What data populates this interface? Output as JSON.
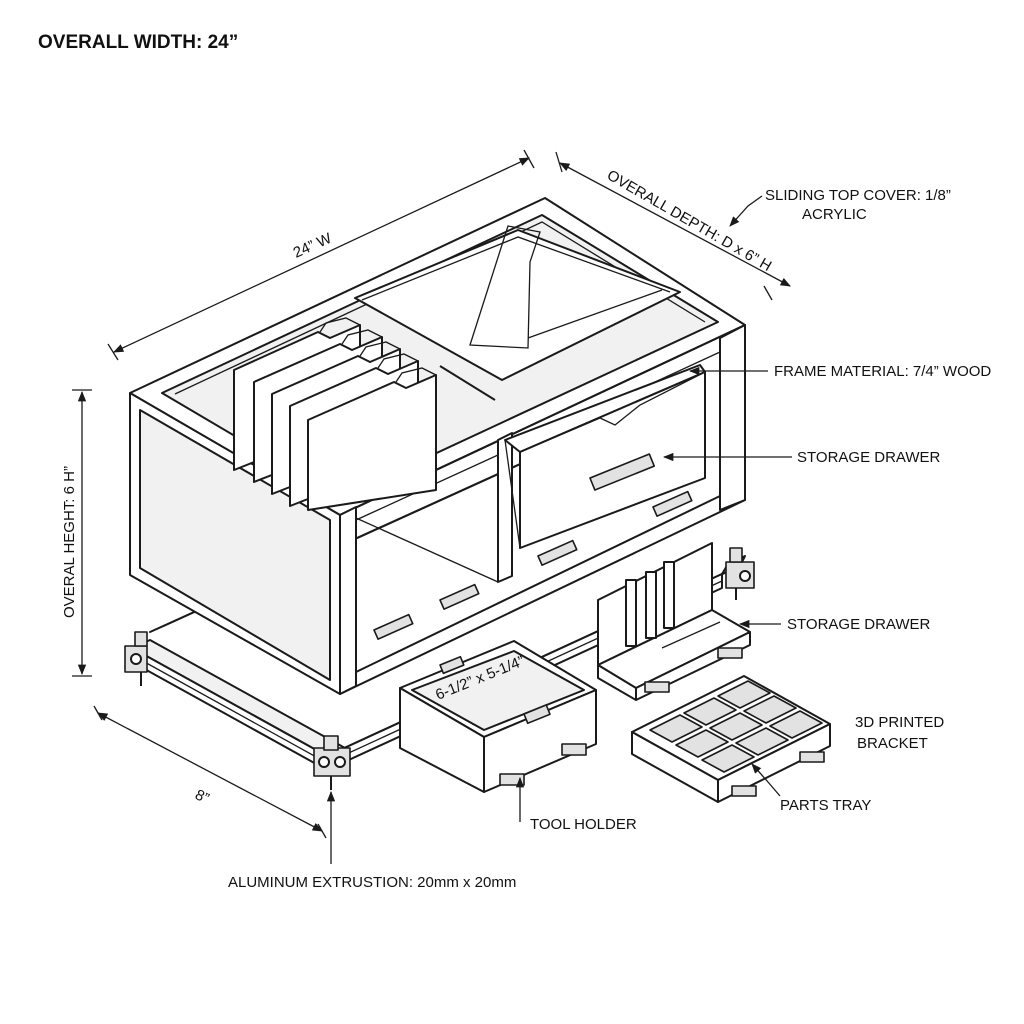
{
  "title": "OVERALL WIDTH: 24”",
  "dimensions": {
    "width": "24” W",
    "depth": "OVERALL DEPTH: D x 6” H",
    "height": "OVERAL HEGHT: 6 H”",
    "base": "8”",
    "tool_holder_size": "6-1/2” x 5-1/4”"
  },
  "callouts": {
    "sliding_top_line1": "SLIDING TOP COVER: 1/8”",
    "sliding_top_line2": "ACRYLIC",
    "frame_material": "FRAME MATERIAL: 7/4” WOOD",
    "storage_drawer_1": "STORAGE DRAWER",
    "storage_drawer_2": "STORAGE DRAWER",
    "bracket_line1": "3D PRINTED",
    "bracket_line2": "BRACKET",
    "parts_tray": "PARTS TRAY",
    "tool_holder": "TOOL HOLDER",
    "extrusion": "ALUMINUM EXTRUSTION: 20mm x 20mm"
  }
}
